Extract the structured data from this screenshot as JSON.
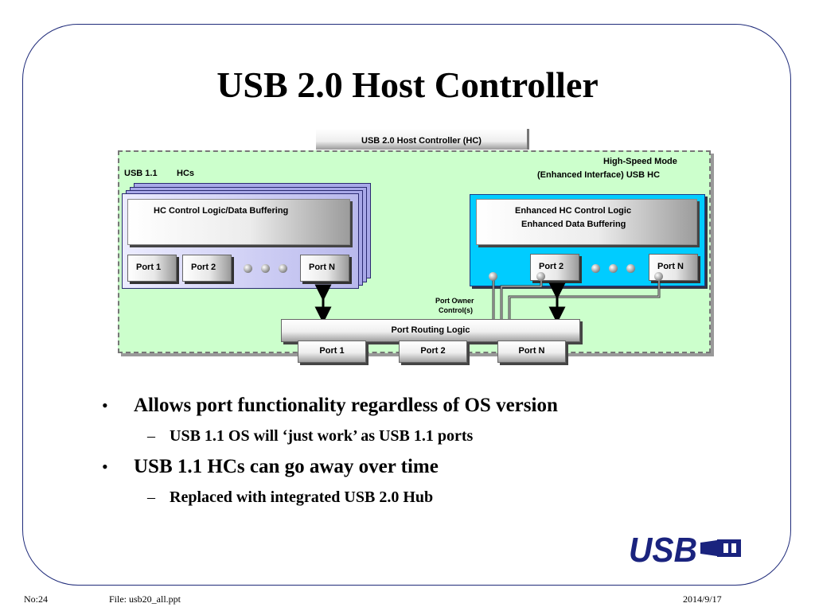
{
  "slide": {
    "title": "USB 2.0 Host Controller"
  },
  "diagram": {
    "hc_header": "USB 2.0 Host Controller (HC)",
    "usb11_label": "USB 1.1",
    "hcs_label": "HCs",
    "highspeed_line1": "High-Speed Mode",
    "highspeed_line2": "(Enhanced Interface) USB HC",
    "legacy_logic": "HC Control Logic/Data Buffering",
    "legacy_ports": [
      "Port 1",
      "Port 2",
      "Port N"
    ],
    "enhanced_logic_line1": "Enhanced HC Control Logic",
    "enhanced_logic_line2": "Enhanced Data Buffering",
    "enhanced_ports": [
      "Port 2",
      "Port N"
    ],
    "port_owner_line1": "Port Owner",
    "port_owner_line2": "Control(s)",
    "routing_logic": "Port Routing Logic",
    "bottom_ports": [
      "Port 1",
      "Port 2",
      "Port N"
    ]
  },
  "bullets": [
    {
      "text": "Allows port functionality regardless of OS version",
      "sub": [
        "USB 1.1 OS will ‘just work’ as USB 1.1 ports"
      ]
    },
    {
      "text": "USB 1.1 HCs can go away over time",
      "sub": [
        "Replaced with integrated USB 2.0 Hub"
      ]
    }
  ],
  "footer": {
    "page": "No:24",
    "file": "File: usb20_all.ppt",
    "date": "2014/9/17"
  },
  "logo": {
    "text": "USB",
    "icon": "usb-plug-icon",
    "color": "#1a237e"
  }
}
